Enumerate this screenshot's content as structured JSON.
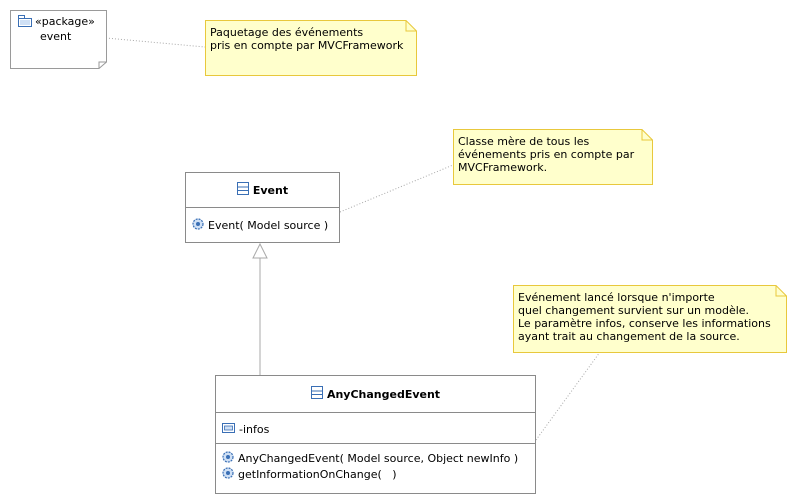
{
  "package": {
    "stereotype": "«package»",
    "name": "event"
  },
  "notes": [
    {
      "text": "Paquetage des événements\npris en compte par MVCFramework"
    },
    {
      "text": "Classe mère de tous les\névénements pris en compte par\nMVCFramework."
    },
    {
      "text": "Evénement lancé lorsque n'importe\nquel changement survient sur un modèle.\nLe paramètre infos, conserve les informations\nayant trait au changement de la source."
    }
  ],
  "classes": {
    "event": {
      "name": "Event",
      "operations": [
        "Event( Model source )"
      ]
    },
    "any_changed_event": {
      "name": "AnyChangedEvent",
      "attributes": [
        "-infos"
      ],
      "operations": [
        "AnyChangedEvent( Model source, Object newInfo )",
        "getInformationOnChange(   )"
      ]
    }
  },
  "colors": {
    "note_fill": "#ffffcc",
    "note_border": "#e8c83c",
    "class_border": "#8a8a8a",
    "wire": "#a8a8a8",
    "icon_blue": "#3a6fb5"
  },
  "icons": {
    "package": "package-icon",
    "class": "class-icon",
    "operation": "operation-gear-icon",
    "attribute": "attribute-field-icon"
  }
}
